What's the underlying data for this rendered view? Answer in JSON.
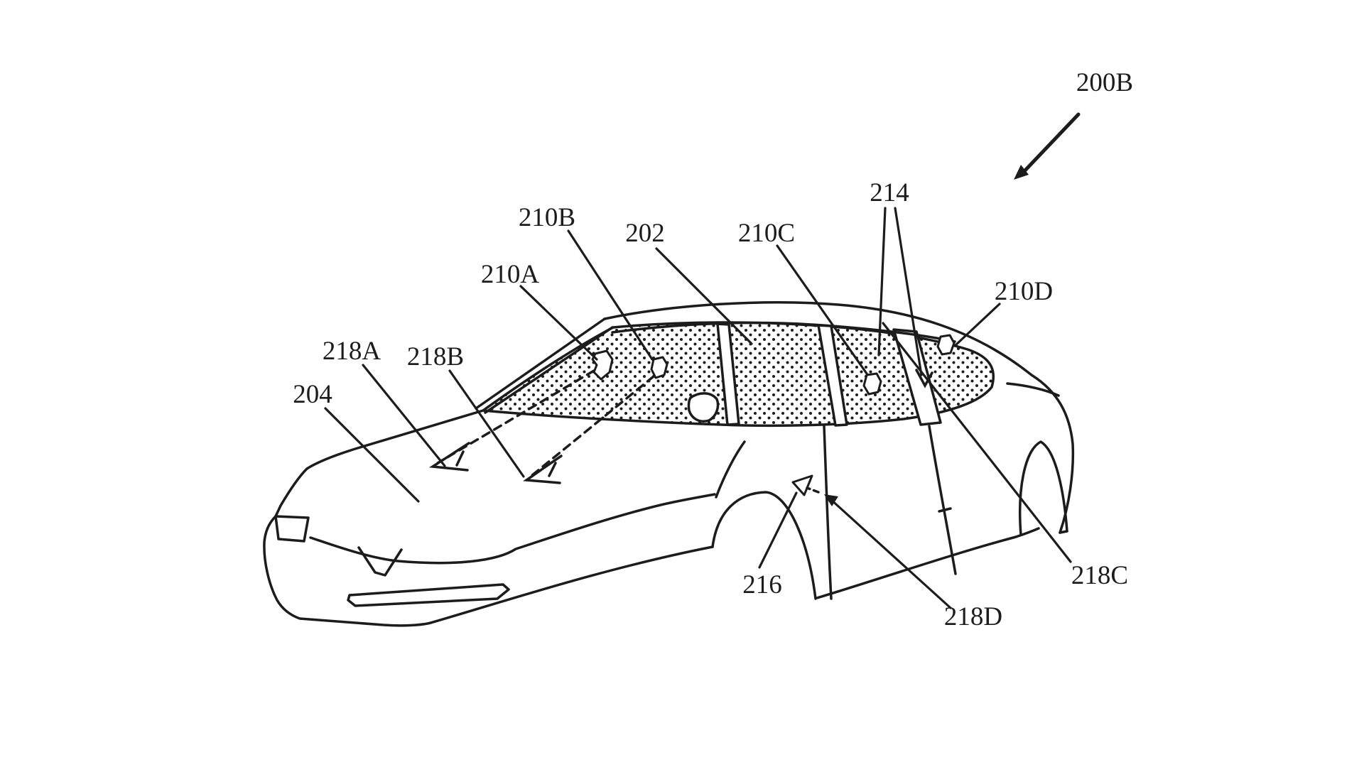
{
  "figure": {
    "kind": "patent line drawing",
    "description": "perspective view of a vehicle body with stippled glazing and sensor locations"
  },
  "labels": {
    "200B": "200B",
    "202": "202",
    "204": "204",
    "210A": "210A",
    "210B": "210B",
    "210C": "210C",
    "210D": "210D",
    "214": "214",
    "216": "216",
    "218A": "218A",
    "218B": "218B",
    "218C": "218C",
    "218D": "218D"
  },
  "colors": {
    "ink": "#1c1c1c",
    "paper": "#ffffff"
  }
}
